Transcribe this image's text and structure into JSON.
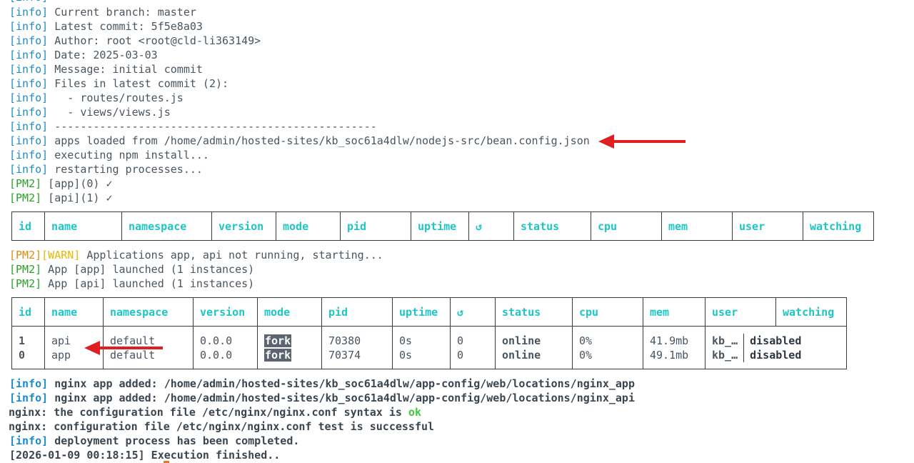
{
  "log_top": [
    {
      "tag": "[info]",
      "text": " Current branch: master"
    },
    {
      "tag": "[info]",
      "text": " Latest commit: 5f5e8a03"
    },
    {
      "tag": "[info]",
      "text": " Author: root <root@cld-li363149>"
    },
    {
      "tag": "[info]",
      "text": " Date: 2025-03-03"
    },
    {
      "tag": "[info]",
      "text": " Message: initial commit"
    },
    {
      "tag": "[info]",
      "text": " Files in latest commit (2):"
    },
    {
      "tag": "[info]",
      "text": "   - routes/routes.js"
    },
    {
      "tag": "[info]",
      "text": "   - views/views.js"
    },
    {
      "tag": "[info]",
      "text": " --------------------------------------------------"
    },
    {
      "tag": "[info]",
      "text": " apps loaded from /home/admin/hosted-sites/kb_soc61a4dlw/nodejs-src/bean.config.json"
    },
    {
      "tag": "[info]",
      "text": " executing npm install..."
    },
    {
      "tag": "[info]",
      "text": " restarting processes..."
    }
  ],
  "pm2_top": [
    {
      "tag": "[PM2]",
      "text": " [app](0) ✓"
    },
    {
      "tag": "[PM2]",
      "text": " [api](1) ✓"
    }
  ],
  "table_headers": [
    "id",
    "name",
    "namespace",
    "version",
    "mode",
    "pid",
    "uptime",
    "↺",
    "status",
    "cpu",
    "mem",
    "user",
    "watching"
  ],
  "warn_line": {
    "tag_pm2": "[PM2]",
    "tag_warn": "[WARN]",
    "text": " Applications app, api not running, starting..."
  },
  "pm2_launch": [
    {
      "tag": "[PM2]",
      "text": " App [app] launched (1 instances)"
    },
    {
      "tag": "[PM2]",
      "text": " App [api] launched (1 instances)"
    }
  ],
  "processes": [
    {
      "id": "1",
      "name": "api",
      "namespace": "default",
      "version": "0.0.0",
      "mode": "fork",
      "pid": "70380",
      "uptime": "0s",
      "restarts": "0",
      "status": "online",
      "cpu": "0%",
      "mem": "41.9mb",
      "user": "kb_…",
      "watching": "disabled"
    },
    {
      "id": "0",
      "name": "app",
      "namespace": "default",
      "version": "0.0.0",
      "mode": "fork",
      "pid": "70374",
      "uptime": "0s",
      "restarts": "0",
      "status": "online",
      "cpu": "0%",
      "mem": "49.1mb",
      "user": "kb_…",
      "watching": "disabled"
    }
  ],
  "log_bottom": {
    "nginx_app": {
      "tag": "[info]",
      "text": " nginx app added: /home/admin/hosted-sites/kb_soc61a4dlw/app-config/web/locations/nginx_app"
    },
    "nginx_api": {
      "tag": "[info]",
      "text": " nginx app added: /home/admin/hosted-sites/kb_soc61a4dlw/app-config/web/locations/nginx_api"
    },
    "syntax_pre": "nginx: the configuration file /etc/nginx/nginx.conf syntax is ",
    "syntax_ok": "ok",
    "test_ok": "nginx: configuration file /etc/nginx/nginx.conf test is successful",
    "done": {
      "tag": "[info]",
      "text": " deployment process has been completed."
    },
    "finished": "[2026-01-09 00:18:15] Execution finished.."
  },
  "colors": {
    "info_tag": "#1f8ac9",
    "pm2_tag": "#2aa12a",
    "warn_tag": "#e6b800",
    "header_cyan": "#1fc4c4",
    "annotation_arrow": "#e02020"
  }
}
